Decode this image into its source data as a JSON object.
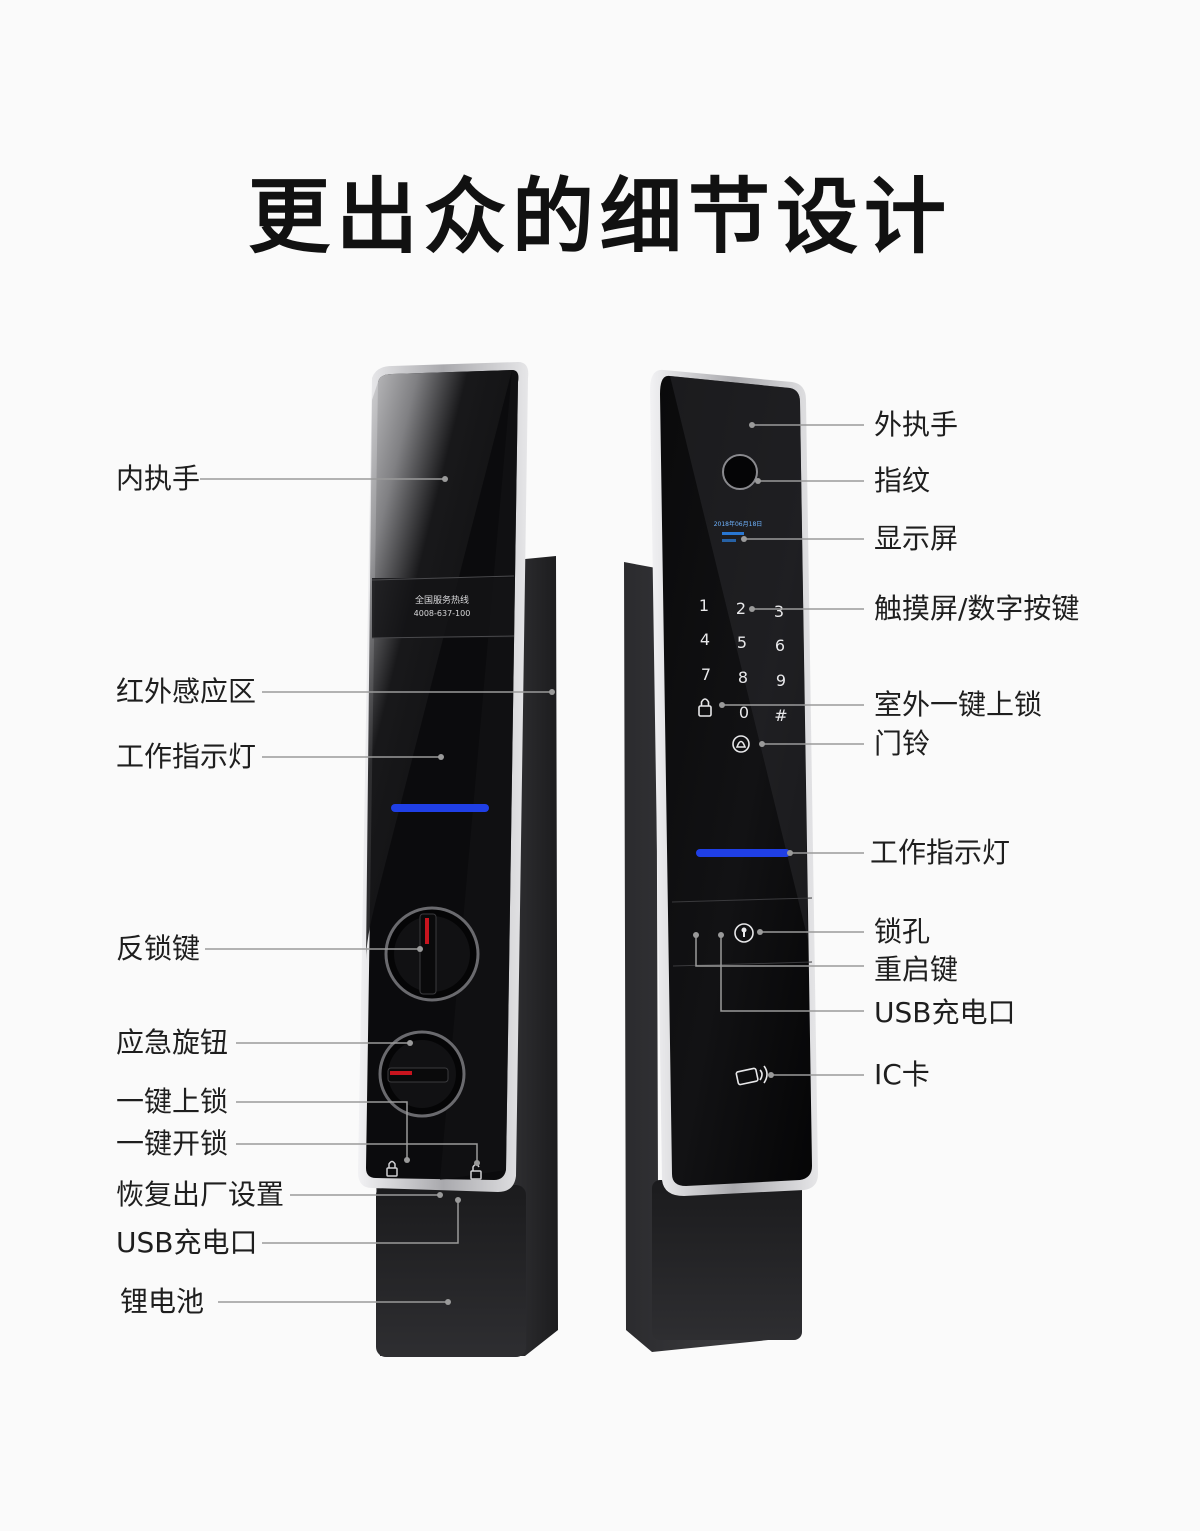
{
  "title": "更出众的细节设计",
  "inner_panel": {
    "hotline_title": "全国服务热线",
    "hotline_number": "4008-637-100",
    "labels": {
      "inner_handle": "内执手",
      "infrared_zone": "红外感应区",
      "work_indicator": "工作指示灯",
      "deadlock_key": "反锁键",
      "emergency_knob": "应急旋钮",
      "one_key_lock": "一键上锁",
      "one_key_unlock": "一键开锁",
      "factory_reset": "恢复出厂设置",
      "usb_port": "USB充电口",
      "lithium_battery": "锂电池"
    }
  },
  "outer_panel": {
    "screen_date": "2018年06月18日",
    "keypad": [
      "1",
      "2",
      "3",
      "4",
      "5",
      "6",
      "7",
      "8",
      "9",
      "0",
      "#"
    ],
    "labels": {
      "outer_handle": "外执手",
      "fingerprint": "指纹",
      "display": "显示屏",
      "touch_keypad": "触摸屏/数字按键",
      "outdoor_one_key_lock": "室外一键上锁",
      "doorbell": "门铃",
      "work_indicator": "工作指示灯",
      "keyhole": "锁孔",
      "restart_key": "重启键",
      "usb_port": "USB充电口",
      "ic_card": "IC卡"
    }
  },
  "colors": {
    "indicator_blue": "#1f3fe6",
    "knob_red": "#c8141e",
    "panel_black": "#0b0b0d",
    "frame_silver": "#c9c9cc",
    "leader_line": "#9a9a9a"
  },
  "icons": [
    "lock-icon",
    "unlock-icon",
    "bell-icon",
    "keyhole-icon",
    "ic-card-icon",
    "fingerprint-sensor-icon"
  ]
}
